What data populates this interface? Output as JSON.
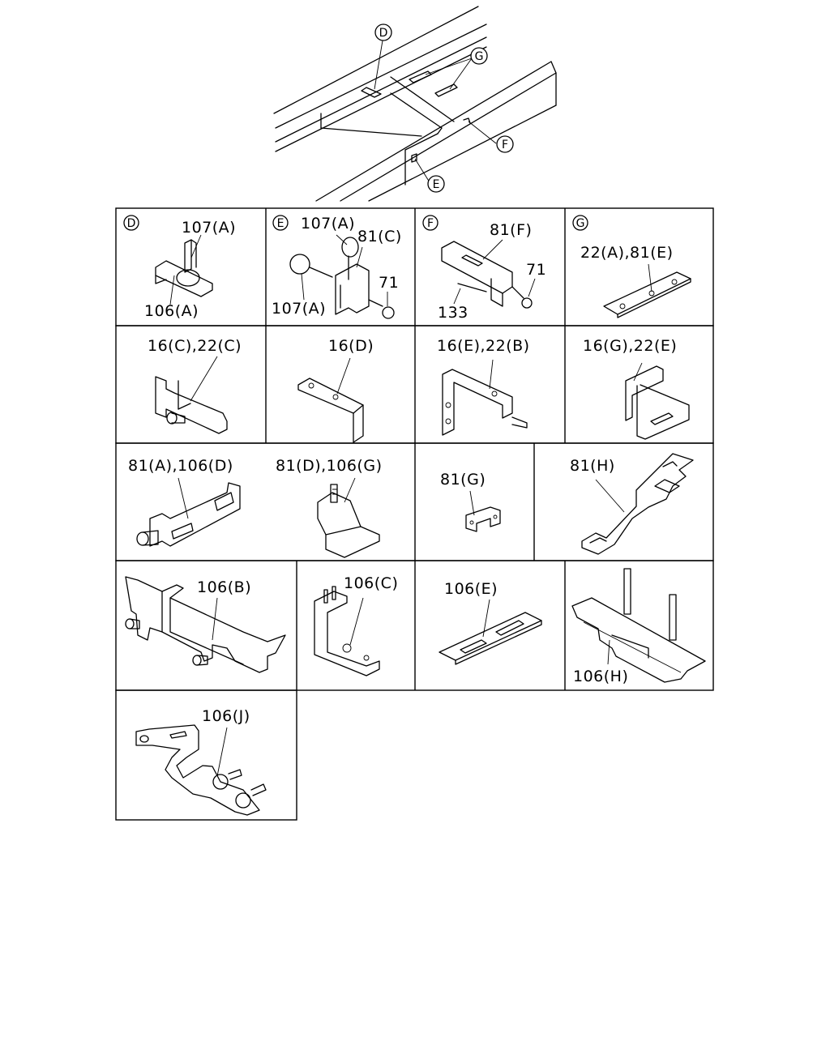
{
  "overview": {
    "callouts": [
      "D",
      "G",
      "F",
      "E"
    ]
  },
  "cells": {
    "D": {
      "tag": "D",
      "labels": [
        "107(A)",
        "106(A)"
      ]
    },
    "E": {
      "tag": "E",
      "labels": [
        "107(A)",
        "81(C)",
        "71",
        "107(A)"
      ]
    },
    "F": {
      "tag": "F",
      "labels": [
        "81(F)",
        "71",
        "133"
      ]
    },
    "G": {
      "tag": "G",
      "labels": [
        "22(A),81(E)"
      ]
    },
    "r2c1": {
      "labels": [
        "16(C),22(C)"
      ]
    },
    "r2c2": {
      "labels": [
        "16(D)"
      ]
    },
    "r2c3": {
      "labels": [
        "16(E),22(B)"
      ]
    },
    "r2c4": {
      "labels": [
        "16(G),22(E)"
      ]
    },
    "r3c1": {
      "labels": [
        "81(A),106(D)"
      ]
    },
    "r3c2": {
      "labels": [
        "81(D),106(G)"
      ]
    },
    "r3c3": {
      "labels": [
        "81(G)"
      ]
    },
    "r3c4": {
      "labels": [
        "81(H)"
      ]
    },
    "r4c1": {
      "labels": [
        "106(B)"
      ]
    },
    "r4c2": {
      "labels": [
        "106(C)"
      ]
    },
    "r4c3": {
      "labels": [
        "106(E)"
      ]
    },
    "r4c4": {
      "labels": [
        "106(H)"
      ]
    },
    "r5c1": {
      "labels": [
        "106(J)"
      ]
    }
  }
}
